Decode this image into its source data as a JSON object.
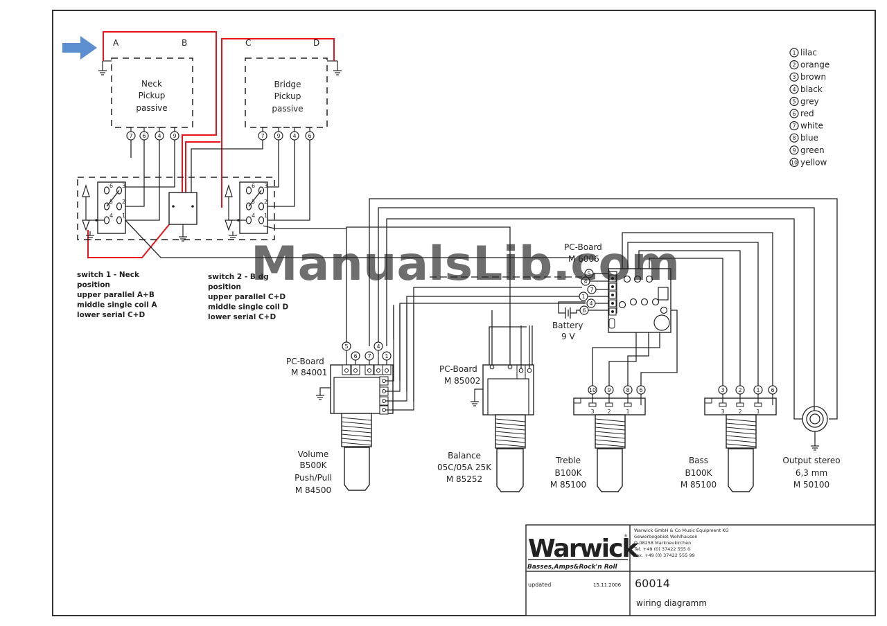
{
  "pickups": {
    "neck": {
      "lines": [
        "Neck",
        "Pickup",
        "passive"
      ],
      "terminals": [
        "A",
        "B"
      ],
      "wires": [
        "7",
        "6",
        "4",
        "9"
      ]
    },
    "bridge": {
      "lines": [
        "Bridge",
        "Pickup",
        "passive"
      ],
      "terminals": [
        "C",
        "D"
      ],
      "wires": [
        "7",
        "9",
        "4",
        "6"
      ]
    }
  },
  "legend": {
    "items": [
      {
        "num": "1",
        "color": "lilac"
      },
      {
        "num": "2",
        "color": "orange"
      },
      {
        "num": "3",
        "color": "brown"
      },
      {
        "num": "4",
        "color": "black"
      },
      {
        "num": "5",
        "color": "grey"
      },
      {
        "num": "6",
        "color": "red"
      },
      {
        "num": "7",
        "color": "white"
      },
      {
        "num": "8",
        "color": "blue"
      },
      {
        "num": "9",
        "color": "green"
      },
      {
        "num": "10",
        "color": "yellow"
      }
    ]
  },
  "switches": {
    "switch1": [
      "switch 1 - Neck",
      "position",
      "upper  parallel A+B",
      "middle single coil A",
      "lower  serial C+D"
    ],
    "switch2": [
      "switch 2 - B  dg",
      "position",
      "upper  parallel C+D",
      "middle single coil D",
      "lower  serial C+D"
    ],
    "pin_labels": [
      "6",
      "5",
      "4",
      "3",
      "2",
      "1"
    ]
  },
  "pcboard_main": {
    "title": "PC-Board",
    "sub": "M 6006",
    "wires": [
      "5",
      "4",
      "7",
      "1",
      "4",
      "6"
    ],
    "battery": [
      "Battery",
      "9 V"
    ]
  },
  "volume": {
    "board": [
      "PC-Board",
      "M 84001"
    ],
    "wires": [
      "5",
      "6",
      "7",
      "4",
      "1"
    ],
    "lines": [
      "Volume",
      "B500K",
      "Push/Pull",
      "M 84500"
    ]
  },
  "balance": {
    "board": [
      "PC-Board",
      "M 85002"
    ],
    "lines": [
      "Balance",
      "05C/05A 25K",
      "M 85252"
    ]
  },
  "treble": {
    "wires": [
      "10",
      "9",
      "8",
      "6"
    ],
    "pins": [
      "3",
      "2",
      "1"
    ],
    "lines": [
      "Treble",
      "B100K",
      "M 85100"
    ]
  },
  "bass": {
    "wires": [
      "3",
      "2",
      "1",
      "6"
    ],
    "pins": [
      "3",
      "2",
      "1"
    ],
    "lines": [
      "Bass",
      "B100K",
      "M 85100"
    ]
  },
  "output": {
    "lines": [
      "Output stereo",
      "6,3 mm",
      "M 50100"
    ]
  },
  "watermark": "ManualsLib.com",
  "title_block": {
    "logo": "Warwick",
    "logo_mark": "®",
    "slogan": "Basses,Amps&Rock'n Roll",
    "address": [
      "Warwick GmbH & Co Music Equipment KG",
      "Gewerbegebiet Wohlhausen",
      "D-08258 Markneukirchen",
      "Tel. +49 (0) 37422 555 0",
      "Fax. +49 (0) 37422 555 99"
    ],
    "updated_label": "updated",
    "updated_date": "15.11.2006",
    "drawing_number": "60014",
    "drawing_title": "wiring diagramm"
  },
  "colors": {
    "wire": "#222222",
    "red_wire": "#e8141b",
    "arrow": "#5b8fcf",
    "watermark": "#9cc2ec"
  }
}
